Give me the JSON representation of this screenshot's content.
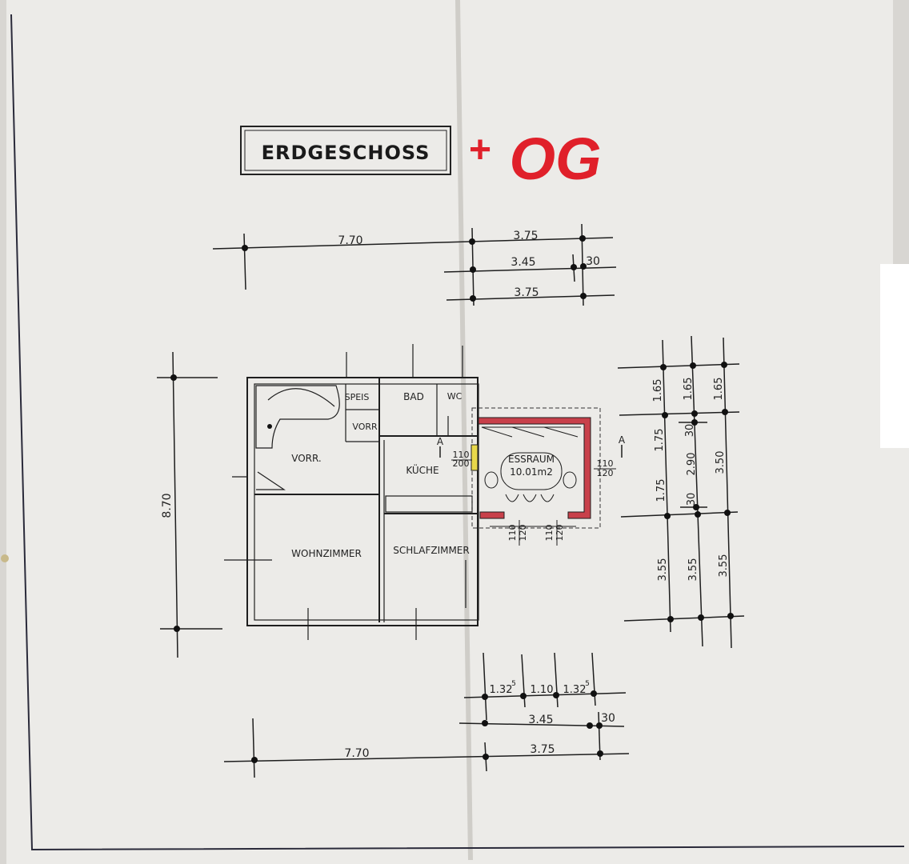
{
  "title": "ERDGESCHOSS",
  "annotation": {
    "plus": "+",
    "text": "OG",
    "color": "#e0202a"
  },
  "rooms": {
    "speis": "SPEIS",
    "bad": "BAD",
    "wc": "WC",
    "vorr_small": "VORR",
    "vorr": "VORR.",
    "kueche": "KÜCHE",
    "essraum": "ESSRAUM",
    "essraum_area": "10.01m2",
    "wohnzimmer": "WOHNZIMMER",
    "schlafzimmer": "SCHLAFZIMMER"
  },
  "dimensions": {
    "top_row1_left": "7.70",
    "top_row1_right": "3.75",
    "top_row2_mid": "3.45",
    "top_row2_right": "30",
    "top_row3": "3.75",
    "left_height": "8.70",
    "right_col1": [
      "1.65",
      "1.75",
      "1.75",
      "3.55"
    ],
    "right_col2": [
      "1.65",
      "30",
      "2.90",
      "30",
      "3.55"
    ],
    "right_col3": [
      "1.65",
      "3.50",
      "3.55"
    ],
    "bottom_row1": [
      "1.32",
      "1.10",
      "1.32"
    ],
    "bottom_row1_sup": "5",
    "bottom_row2_mid": "3.45",
    "bottom_row2_right": "30",
    "bottom_row3_left": "7.70",
    "bottom_row3_right": "3.75",
    "window_left_top": "110",
    "window_left_bottom": "200",
    "window_right_top": "110",
    "window_right_bottom": "120",
    "window_bottom_1_top": "110",
    "window_bottom_1_bottom": "120",
    "window_bottom_2_top": "110",
    "window_bottom_2_bottom": "120",
    "section_mark": "A"
  },
  "colors": {
    "paper": "#ecebe8",
    "line": "#1e1e1e",
    "accent_red": "#c8404a",
    "accent_yellow": "#e8d84a"
  }
}
